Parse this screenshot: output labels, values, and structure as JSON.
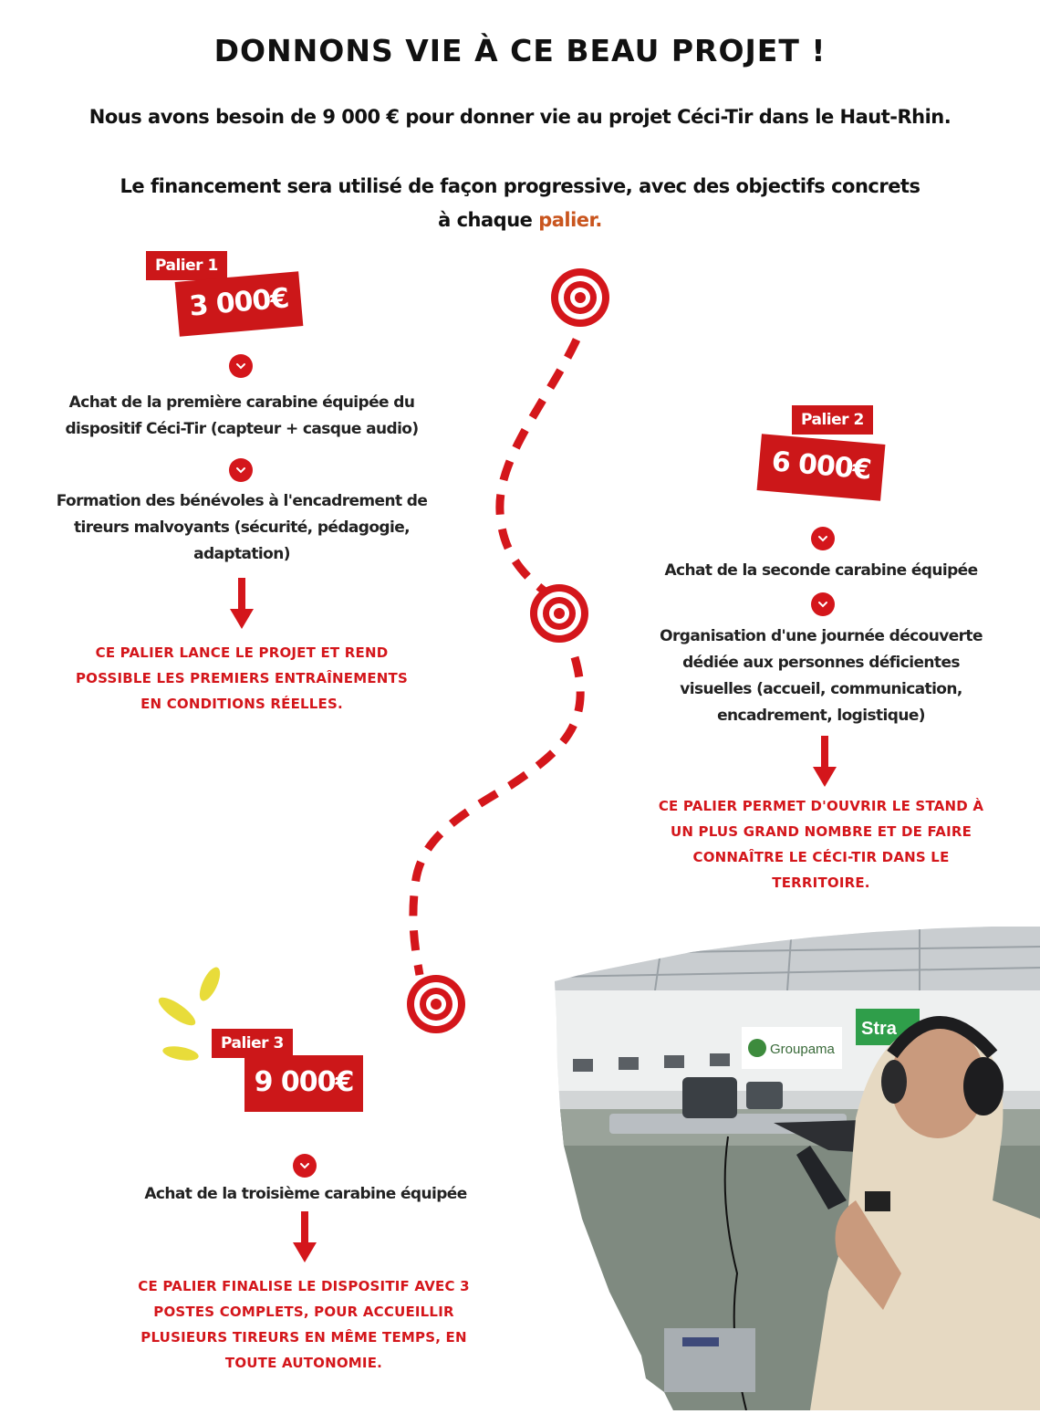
{
  "title": "DONNONS VIE À CE BEAU PROJET !",
  "intro": {
    "line1": "Nous avons besoin de 9 000 € pour donner vie au projet Céci-Tir dans le Haut-Rhin.",
    "line2": "Le financement sera utilisé de façon progressive, avec des objectifs concrets",
    "line3_prefix": "à chaque ",
    "line3_highlight": "palier."
  },
  "tiers": [
    {
      "tag": "Palier 1",
      "amount": "3 000€",
      "items": [
        "Achat de la première carabine équipée du dispositif Céci-Tir (capteur + casque audio)",
        "Formation des bénévoles à l'encadrement de tireurs malvoyants (sécurité, pédagogie, adaptation)"
      ],
      "conclusion": "CE PALIER LANCE LE PROJET ET REND POSSIBLE LES PREMIERS ENTRAÎNEMENTS EN CONDITIONS RÉELLES."
    },
    {
      "tag": "Palier 2",
      "amount": "6 000€",
      "items": [
        "Achat de la seconde carabine équipée",
        "Organisation d'une journée découverte dédiée aux personnes déficientes visuelles (accueil, communication, encadrement, logistique)"
      ],
      "conclusion": "CE PALIER PERMET D'OUVRIR LE STAND À UN PLUS GRAND NOMBRE ET DE FAIRE CONNAÎTRE LE CÉCI-TIR DANS LE TERRITOIRE."
    },
    {
      "tag": "Palier 3",
      "amount": "9 000€",
      "items": [
        "Achat de la troisième carabine équipée"
      ],
      "conclusion": "CE PALIER FINALISE LE DISPOSITIF AVEC 3 POSTES COMPLETS, POUR ACCUEILLIR PLUSIEURS TIREURS EN MÊME TEMPS, EN TOUTE AUTONOMIE."
    }
  ],
  "photo": {
    "sponsor_sign": "Groupama",
    "sign_fragment": "Stra"
  },
  "icons": {
    "chevron": "chevron-down-icon",
    "target": "target-icon",
    "arrow": "arrow-down-icon"
  },
  "colors": {
    "accent_red": "#cc1719",
    "highlight_yellow": "#f3ec9c",
    "highlight_text": "#c9551e",
    "sparkle_yellow": "#e8dc3a"
  }
}
